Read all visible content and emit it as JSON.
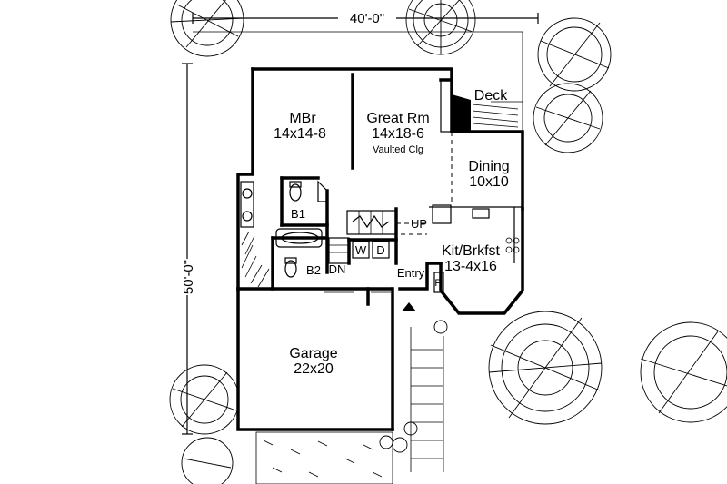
{
  "dimensions": {
    "width": "40'-0\"",
    "depth": "50'-0\""
  },
  "rooms": {
    "mbr": {
      "name": "MBr",
      "size": "14x14-8"
    },
    "great": {
      "name": "Great Rm",
      "size": "14x18-6",
      "note": "Vaulted Clg"
    },
    "deck": {
      "name": "Deck"
    },
    "dining": {
      "name": "Dining",
      "size": "10x10"
    },
    "b1": {
      "name": "B1"
    },
    "b2": {
      "name": "B2"
    },
    "kit": {
      "name": "Kit/Brkfst",
      "size": "13-4x16"
    },
    "garage": {
      "name": "Garage",
      "size": "22x20"
    }
  },
  "labels": {
    "up": "UP",
    "dn": "DN",
    "washer": "W",
    "dryer": "D",
    "entry": "Entry",
    "pantry": "P"
  }
}
